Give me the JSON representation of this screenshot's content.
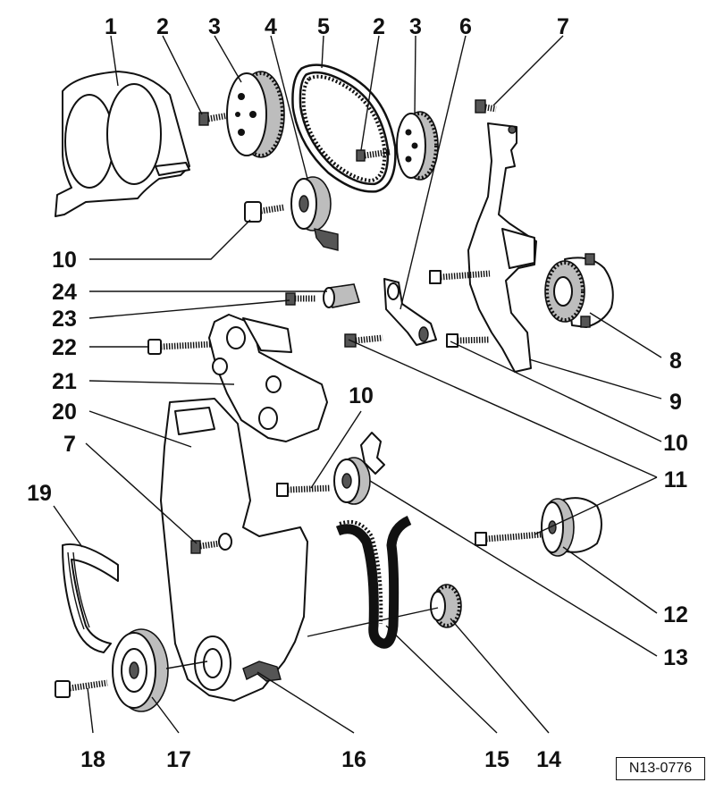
{
  "figure": {
    "reference_code": "N13-0776"
  },
  "callouts": {
    "c1": "1",
    "c2a": "2",
    "c3a": "3",
    "c4": "4",
    "c5": "5",
    "c2b": "2",
    "c3b": "3",
    "c6": "6",
    "c7a": "7",
    "c10a": "10",
    "c24": "24",
    "c23": "23",
    "c22": "22",
    "c21": "21",
    "c20": "20",
    "c10b": "10",
    "c7b": "7",
    "c19": "19",
    "c8": "8",
    "c9": "9",
    "c10c": "10",
    "c11": "11",
    "c12": "12",
    "c13": "13",
    "c14": "14",
    "c15": "15",
    "c16": "16",
    "c17": "17",
    "c18": "18"
  }
}
